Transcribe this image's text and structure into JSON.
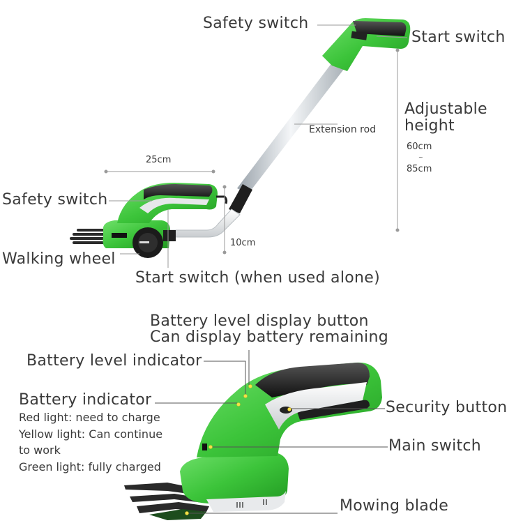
{
  "top_section": {
    "safety_switch_top": "Safety switch",
    "start_switch_top": "Start switch",
    "extension_rod": "Extension rod",
    "adjustable_height_line1": "Adjustable",
    "adjustable_height_line2": "height",
    "height_min": "60cm",
    "height_range_sep": "~",
    "height_max": "85cm",
    "width_dimension": "25cm",
    "safety_switch_side": "Safety switch",
    "walking_wheel": "Walking wheel",
    "wheel_height": "10cm",
    "start_switch_alone": "Start switch (when used alone)"
  },
  "bottom_section": {
    "battery_display_button_line1": "Battery level display button",
    "battery_display_button_line2": "Can display battery remaining",
    "battery_level_indicator": "Battery level indicator",
    "battery_indicator": "Battery indicator",
    "red_light": "Red light: need to charge",
    "yellow_light_line1": "Yellow light: Can continue",
    "yellow_light_line2": "to work",
    "green_light": "Green light: fully charged",
    "security_button": "Security button",
    "main_switch": "Main switch",
    "mowing_blade": "Mowing blade"
  },
  "colors": {
    "product_green": "#3cc43a",
    "grip_black": "#222222",
    "label_text": "#3a3a3a",
    "leader_line": "#888888",
    "marker_dot": "#f5e04a"
  }
}
